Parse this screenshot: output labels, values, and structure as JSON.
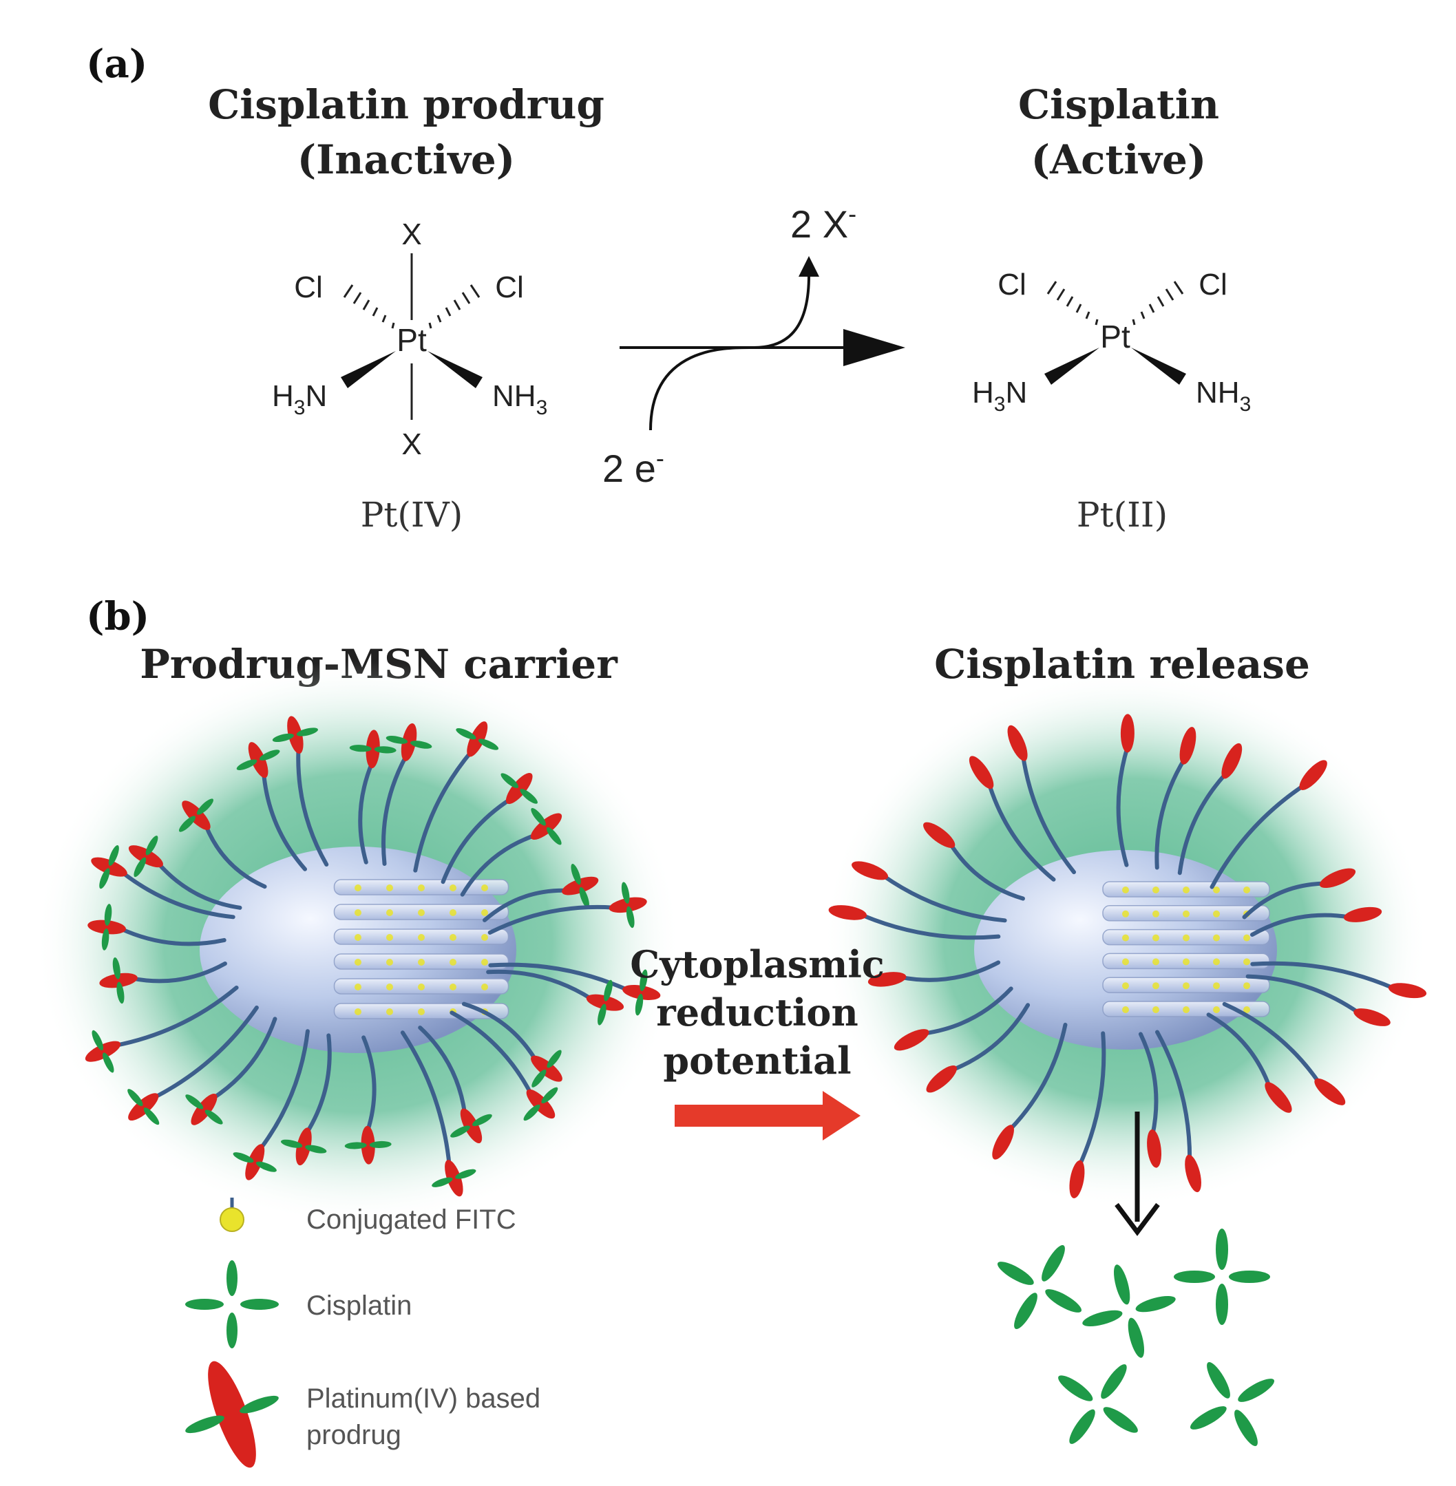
{
  "panel_a": {
    "label": "(a)",
    "prodrug_title_line1": "Cisplatin prodrug",
    "prodrug_title_line2": "(Inactive)",
    "product_title_line1": "Cisplatin",
    "product_title_line2": "(Active)",
    "prodrug_oxidation": "Pt(IV)",
    "product_oxidation": "Pt(II)",
    "axial_ligand": "X",
    "chloride": "Cl",
    "platinum": "Pt",
    "amine_left": "H",
    "amine_left_sub": "3",
    "amine_left_tail": "N",
    "amine_right": "NH",
    "amine_right_sub": "3",
    "released_coeff": "2 X",
    "released_charge": "-",
    "electrons_coeff": "2 e",
    "electrons_charge": "-"
  },
  "panel_b": {
    "label": "(b)",
    "carrier_title": "Prodrug-MSN carrier",
    "release_title": "Cisplatin release",
    "arrow_line1": "Cytoplasmic",
    "arrow_line2": "reduction",
    "arrow_line3": "potential"
  },
  "legend": {
    "fitc": "Conjugated FITC",
    "cisplatin": "Cisplatin",
    "prodrug_line1": "Platinum(IV) based",
    "prodrug_line2": "prodrug"
  },
  "colors": {
    "halo": "#6fc3a0",
    "particle": "#b9c8e6",
    "prodrug_red": "#d8231e",
    "cisplatin_green": "#1f9a48",
    "linker_blue": "#3d5f8c",
    "fitc_yellow": "#e9e32c",
    "process_arrow": "#e53a2a"
  },
  "icons": [
    "mesoporous-silica-nanoparticle-icon",
    "cisplatin-cross-icon",
    "prodrug-icon",
    "fitc-dot-icon"
  ]
}
